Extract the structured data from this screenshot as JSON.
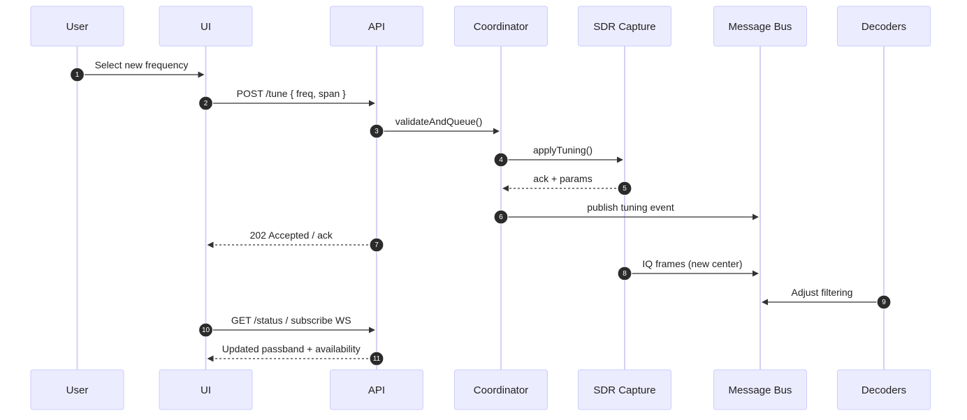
{
  "participants": [
    {
      "id": "user",
      "label": "User"
    },
    {
      "id": "ui",
      "label": "UI"
    },
    {
      "id": "api",
      "label": "API"
    },
    {
      "id": "coordinator",
      "label": "Coordinator"
    },
    {
      "id": "sdr",
      "label": "SDR Capture"
    },
    {
      "id": "bus",
      "label": "Message Bus"
    },
    {
      "id": "decoders",
      "label": "Decoders"
    }
  ],
  "messages": [
    {
      "seq": "1",
      "from": "user",
      "to": "ui",
      "label": "Select new frequency",
      "style": "solid"
    },
    {
      "seq": "2",
      "from": "ui",
      "to": "api",
      "label": "POST /tune { freq, span }",
      "style": "solid"
    },
    {
      "seq": "3",
      "from": "api",
      "to": "coordinator",
      "label": "validateAndQueue()",
      "style": "solid"
    },
    {
      "seq": "4",
      "from": "coordinator",
      "to": "sdr",
      "label": "applyTuning()",
      "style": "solid"
    },
    {
      "seq": "5",
      "from": "sdr",
      "to": "coordinator",
      "label": "ack + params",
      "style": "dashed"
    },
    {
      "seq": "6",
      "from": "coordinator",
      "to": "bus",
      "label": "publish tuning event",
      "style": "solid"
    },
    {
      "seq": "7",
      "from": "api",
      "to": "ui",
      "label": "202 Accepted / ack",
      "style": "dashed"
    },
    {
      "seq": "8",
      "from": "sdr",
      "to": "bus",
      "label": "IQ frames (new center)",
      "style": "solid"
    },
    {
      "seq": "9",
      "from": "decoders",
      "to": "bus",
      "label": "Adjust filtering",
      "style": "solid"
    },
    {
      "seq": "10",
      "from": "ui",
      "to": "api",
      "label": "GET /status / subscribe WS",
      "style": "solid"
    },
    {
      "seq": "11",
      "from": "api",
      "to": "ui",
      "label": "Updated passband + availability",
      "style": "dashed"
    }
  ]
}
